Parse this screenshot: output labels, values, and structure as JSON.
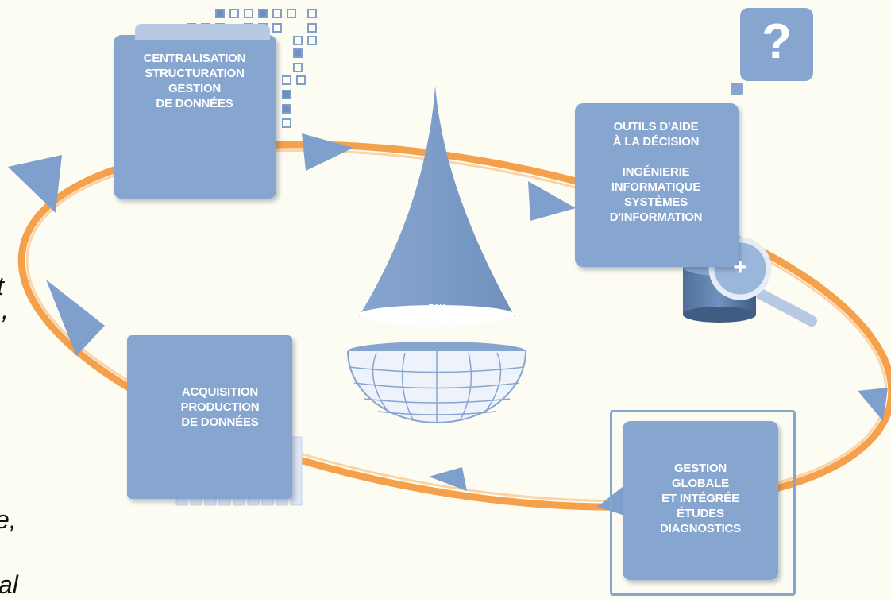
{
  "diagram": {
    "center_label": "EAU\n&\nENVIRONNEMENT",
    "boxes": {
      "centralisation": "CENTRALISATION\nSTRUCTURATION\nGESTION\nDE DONNÉES",
      "outils": "OUTILS D'AIDE\nÀ LA DÉCISION\n\nINGÉNIERIE\nINFORMATIQUE\nSYSTÈMES\nD'INFORMATION",
      "gestion": "GESTION\nGLOBALE\nET INTÉGRÉE\nÉTUDES\nDIAGNOSTICS",
      "acquisition": "ACQUISITION\nPRODUCTION\nDE DONNÉES"
    },
    "question_mark": "?",
    "plus_sign": "+"
  },
  "edge_text": {
    "t1": "t",
    "t2": ",",
    "t3": "e,",
    "t4": "al"
  },
  "colors": {
    "box": "#86a6cf",
    "box_dark": "#6f8fbd",
    "box_light": "#b7c9e3",
    "orange": "#f5a04a",
    "background": "#fdfcf3"
  }
}
